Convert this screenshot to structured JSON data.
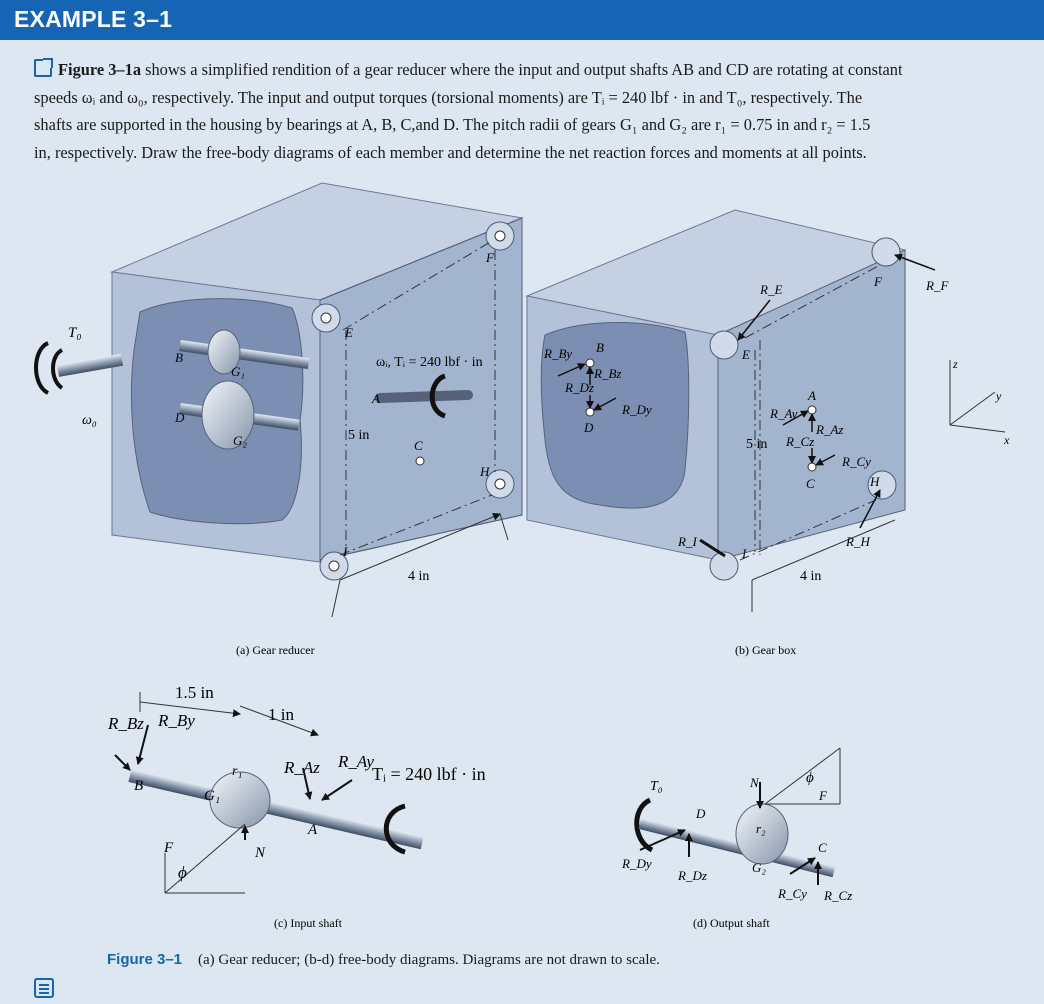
{
  "header": {
    "title": "EXAMPLE 3–1"
  },
  "problem": {
    "figure_ref": "Figure 3–1a",
    "lines": [
      " shows a simplified rendition of a gear reducer where the input and output shafts AB and CD are rotating at constant",
      "speeds ωᵢ and ω₀, respectively. The input and output torques (torsional moments) are Tᵢ = 240 lbf · in and T₀, respectively. The",
      "shafts are supported in the housing by bearings at A, B, C,and D. The pitch radii of gears G₁ and G₂ are r₁ = 0.75 in and r₂ = 1.5",
      "in, respectively. Draw the free-body diagrams of each member and determine the net reaction forces and moments at all points."
    ]
  },
  "figure": {
    "a": {
      "caption": "(a) Gear reducer",
      "labels": {
        "To": "T₀",
        "wo": "ω₀",
        "B": "B",
        "D": "D",
        "G1": "G₁",
        "G2": "G₂",
        "E": "E",
        "F": "F",
        "H": "H",
        "I": "I",
        "A": "A",
        "C": "C",
        "wiTi": "ωᵢ, Tᵢ = 240 lbf · in",
        "dim5": "5 in",
        "dim4": "4 in"
      }
    },
    "b": {
      "caption": "(b) Gear box",
      "labels": {
        "RBy": "R_By",
        "B": "B",
        "RBz": "R_Bz",
        "RDz": "R_Dz",
        "RDy": "R_Dy",
        "D": "D",
        "RE": "R_E",
        "E": "E",
        "RF": "R_F",
        "F": "F",
        "A": "A",
        "RAy": "R_Ay",
        "RAz": "R_Az",
        "RCz": "R_Cz",
        "RCy": "R_Cy",
        "C": "C",
        "H": "H",
        "RH": "R_H",
        "RI": "R_I",
        "I": "I",
        "dim5": "5 in",
        "dim4": "4 in"
      }
    },
    "axes": {
      "z": "z",
      "y": "y",
      "x": "x"
    },
    "c": {
      "caption": "(c) Input shaft",
      "labels": {
        "dim15": "1.5 in",
        "dim1": "1 in",
        "RBz": "R_Bz",
        "RBy": "R_By",
        "B": "B",
        "G1": "G₁",
        "r1": "r₁",
        "RAz": "R_Az",
        "RAy": "R_Ay",
        "A": "A",
        "Ti": "Tᵢ = 240 lbf · in",
        "F": "F",
        "phi": "ϕ",
        "N": "N"
      }
    },
    "d": {
      "caption": "(d) Output shaft",
      "labels": {
        "To": "T₀",
        "D": "D",
        "RDy": "R_Dy",
        "RDz": "R_Dz",
        "r2": "r₂",
        "G2": "G₂",
        "N": "N",
        "phi": "ϕ",
        "F": "F",
        "C": "C",
        "RCy": "R_Cy",
        "RCz": "R_Cz"
      }
    }
  },
  "caption": {
    "label": "Figure 3–1",
    "text": "(a) Gear reducer; (b-d) free-body diagrams. Diagrams are not drawn to scale."
  },
  "colors": {
    "header": "#1565b4",
    "background": "#dce7f1",
    "plate": "#a3b4cf",
    "housing": "#b3c1d9",
    "cavity": "#7c8fb3"
  }
}
